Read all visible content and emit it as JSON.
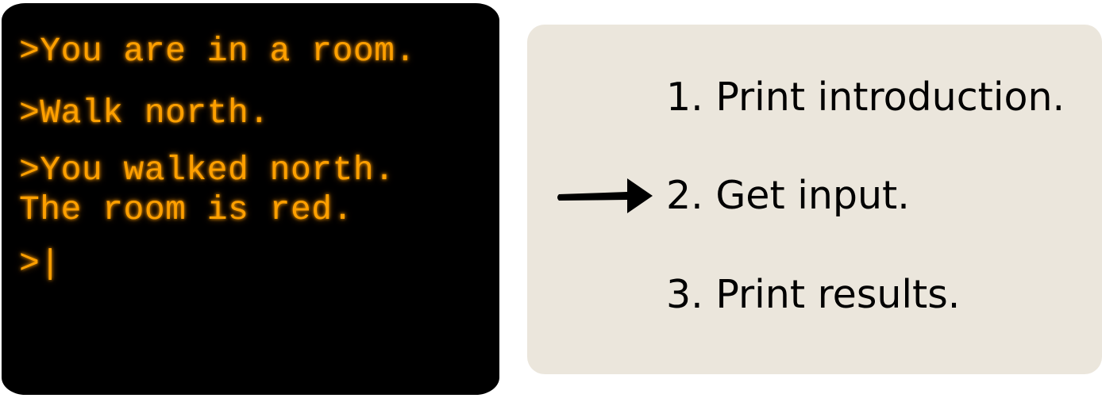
{
  "terminal": {
    "text_color": "#ffa000",
    "background": "#000000",
    "lines": [
      ">You are in a room.",
      ">Walk north.",
      ">You walked north.",
      "The room is red.",
      ">|"
    ]
  },
  "steps": {
    "background": "#ebe6dc",
    "items": [
      "1. Print introduction.",
      "2. Get input.",
      "3. Print results."
    ],
    "current_index": 1
  },
  "icons": {
    "pointer": "right-arrow-icon"
  }
}
